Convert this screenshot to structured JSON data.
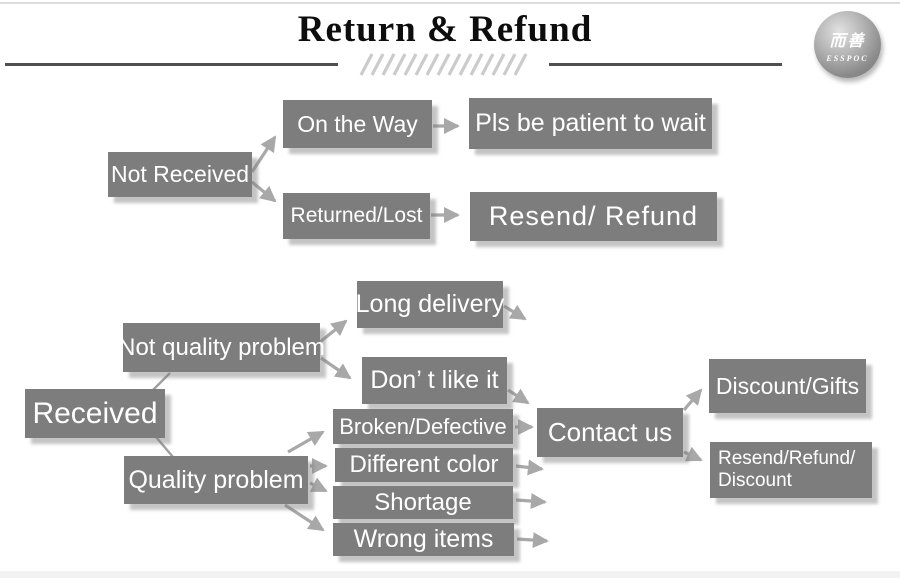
{
  "header": {
    "title": "Return & Refund",
    "logo": {
      "brand_cn": "而善",
      "brand_en": "ESSPOC"
    }
  },
  "nodes": {
    "not_received": "Not Received",
    "on_the_way": "On the Way",
    "pls_be_patient": "Pls be patient to wait",
    "returned_lost": "Returned/Lost",
    "resend_refund": "Resend/ Refund",
    "received": "Received",
    "not_quality_problem": "Not quality problem",
    "long_delivery": "Long delivery",
    "dont_like_it": "Don’ t like it",
    "broken_defective": "Broken/Defective",
    "different_color": "Different color",
    "shortage": "Shortage",
    "wrong_items": "Wrong items",
    "quality_problem": "Quality problem",
    "contact_us": "Contact us",
    "resend_refund_discount_l1": "Resend/Refund/",
    "resend_refund_discount_l2": "Discount",
    "discount_gifts": "Discount/Gifts"
  },
  "edges": [
    {
      "from": "not_received",
      "to": "on_the_way",
      "type": "arrow"
    },
    {
      "from": "not_received",
      "to": "returned_lost",
      "type": "arrow"
    },
    {
      "from": "on_the_way",
      "to": "pls_be_patient",
      "type": "arrow"
    },
    {
      "from": "returned_lost",
      "to": "resend_refund",
      "type": "arrow"
    },
    {
      "from": "received",
      "to": "not_quality_problem",
      "type": "line"
    },
    {
      "from": "received",
      "to": "quality_problem",
      "type": "line"
    },
    {
      "from": "not_quality_problem",
      "to": "long_delivery",
      "type": "arrow"
    },
    {
      "from": "not_quality_problem",
      "to": "dont_like_it",
      "type": "arrow"
    },
    {
      "from": "long_delivery",
      "to": "contact_us",
      "type": "arrow"
    },
    {
      "from": "dont_like_it",
      "to": "contact_us",
      "type": "arrow"
    },
    {
      "from": "quality_problem",
      "to": "broken_defective",
      "type": "arrow"
    },
    {
      "from": "quality_problem",
      "to": "different_color",
      "type": "arrow"
    },
    {
      "from": "quality_problem",
      "to": "shortage",
      "type": "arrow"
    },
    {
      "from": "quality_problem",
      "to": "wrong_items",
      "type": "arrow"
    },
    {
      "from": "broken_defective",
      "to": "contact_us",
      "type": "arrow"
    },
    {
      "from": "different_color",
      "to": "contact_us",
      "type": "arrow"
    },
    {
      "from": "shortage",
      "to": "contact_us",
      "type": "arrow"
    },
    {
      "from": "wrong_items",
      "to": "contact_us",
      "type": "arrow"
    },
    {
      "from": "contact_us",
      "to": "discount_gifts",
      "type": "arrow"
    },
    {
      "from": "contact_us",
      "to": "resend_refund_discount",
      "type": "arrow"
    }
  ],
  "colors": {
    "node_fill": "#7d7d7d",
    "node_text": "#ffffff",
    "arrow": "#a8a8a8",
    "connector_line": "#9f9f9f",
    "divider": "#4f4f4f",
    "hatch": "#cbcbcb",
    "title_text": "#0d0d0d"
  }
}
